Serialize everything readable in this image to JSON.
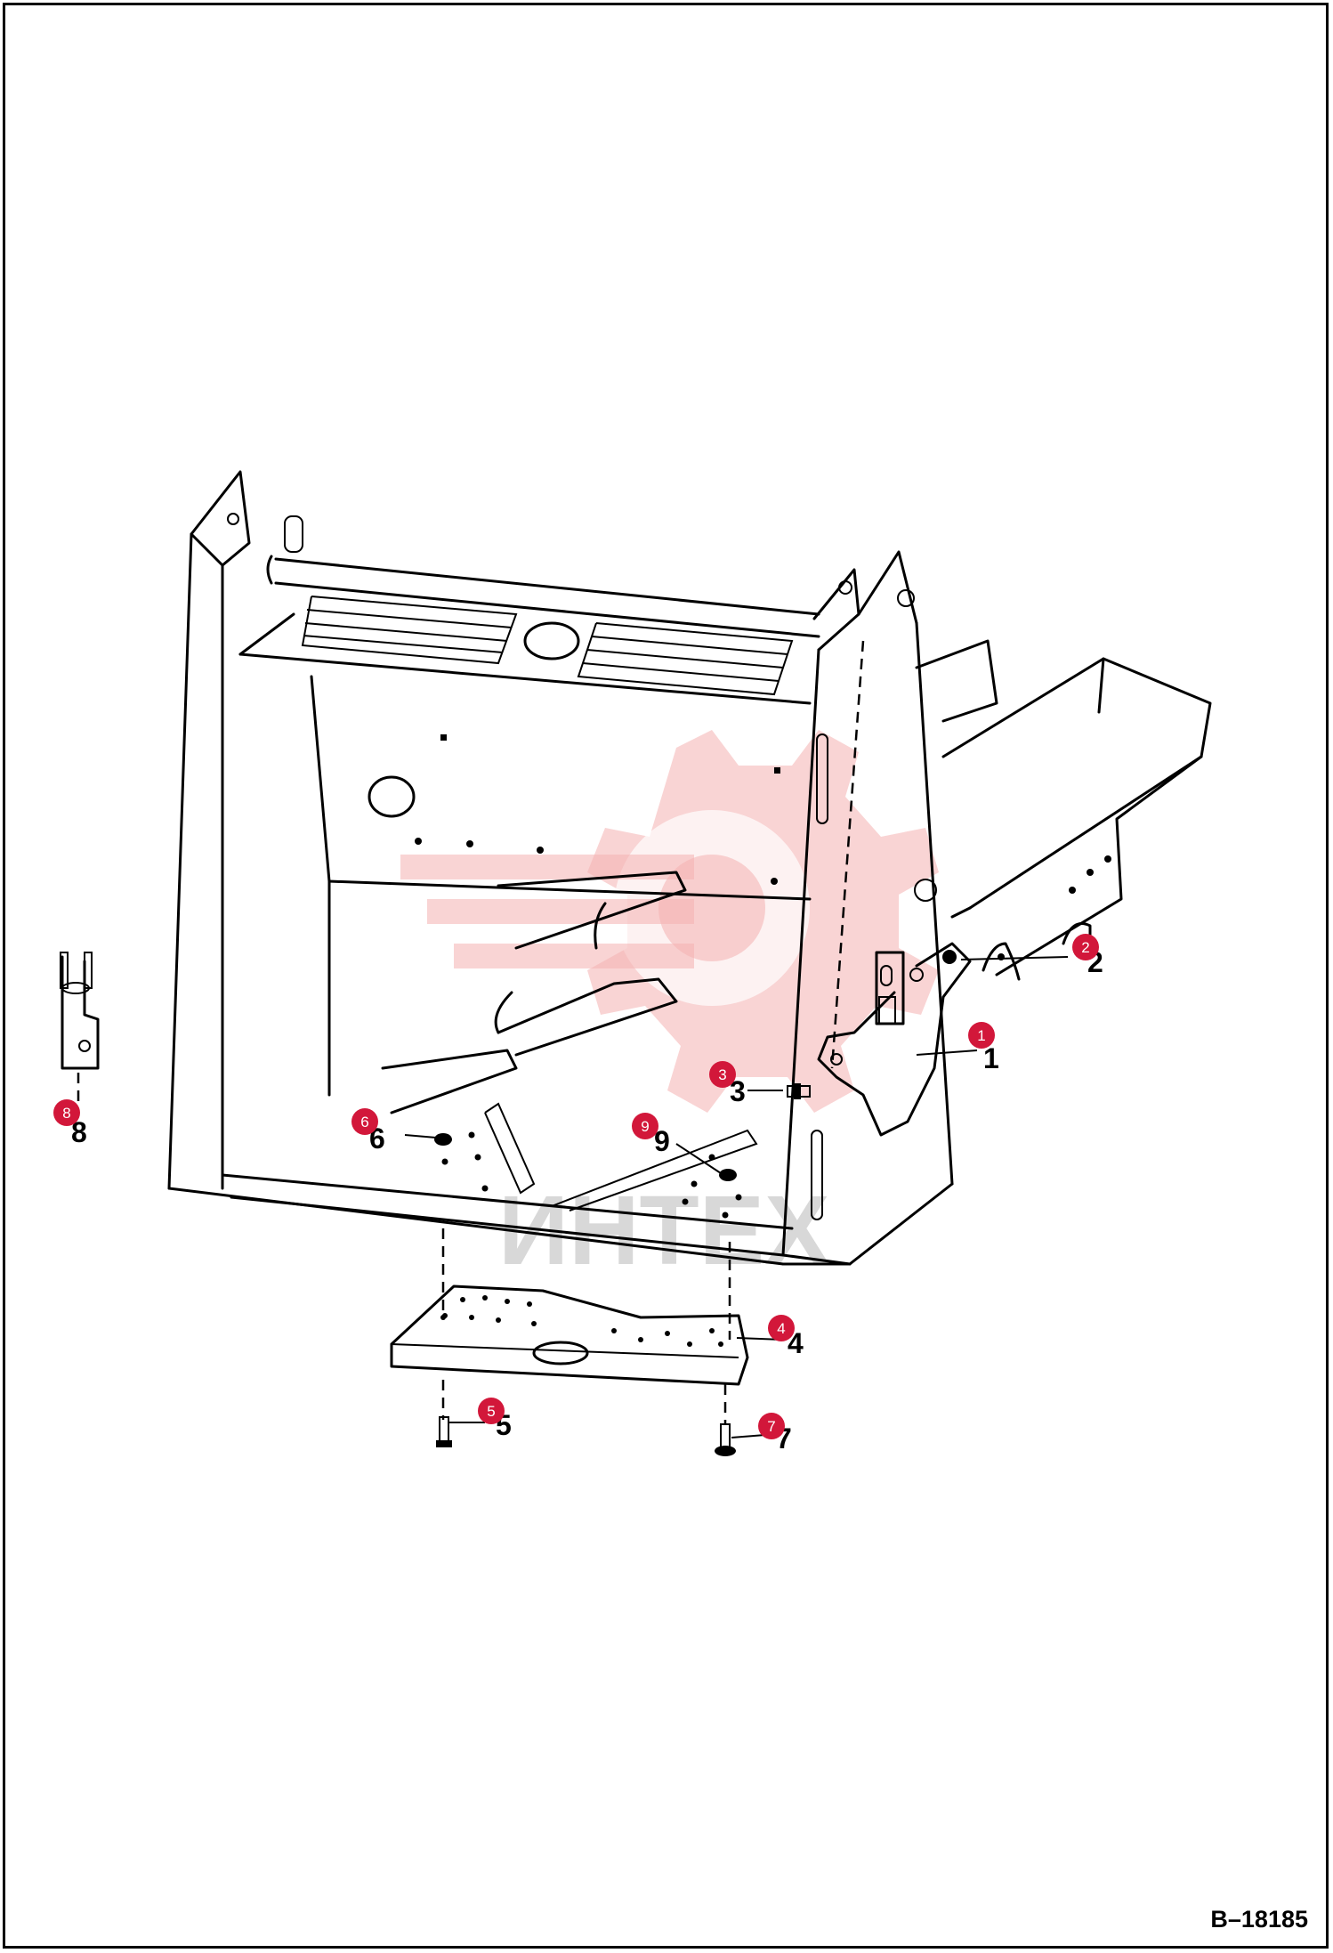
{
  "figure_id": "B–18185",
  "watermark_text": "ИНТЕХ",
  "callouts": [
    {
      "label": "1",
      "number": "1"
    },
    {
      "label": "2",
      "number": "2"
    },
    {
      "label": "3",
      "number": "3"
    },
    {
      "label": "4",
      "number": "4"
    },
    {
      "label": "5",
      "number": "5"
    },
    {
      "label": "6",
      "number": "6"
    },
    {
      "label": "7",
      "number": "7"
    },
    {
      "label": "8",
      "number": "8"
    },
    {
      "label": "9",
      "number": "9"
    }
  ],
  "colors": {
    "callout_bubble": "#d2173a",
    "watermark": "#f4b0b0",
    "line": "#000000"
  }
}
